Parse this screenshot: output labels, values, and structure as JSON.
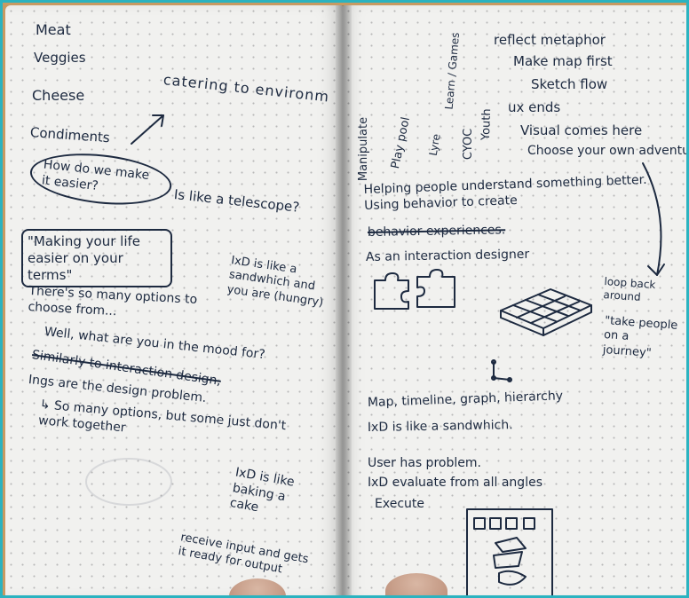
{
  "notebook": {
    "left_page": {
      "items": [
        "Meat",
        "Veggies",
        "Cheese",
        "Condiments",
        "catering to environm",
        "How do we make it easier?",
        "Is like a telescope?",
        "\"Making your life easier on your terms\"",
        "IxD is like a sandwhich and you are (hungry)",
        "There's so many options to choose from...",
        "Well, what are you in the mood for?",
        "Similarly to interaction design,",
        "Ings are the design problem.",
        "↳ So many options, but some just don't work together",
        "IxD is like baking a cake",
        "receive input and gets it ready for output"
      ]
    },
    "right_page": {
      "items": [
        "reflect metaphor",
        "Make map first",
        "Sketch flow",
        "ux ends",
        "Visual comes here",
        "Choose your own adventure",
        "Manipulate",
        "Play pool",
        "Lyre",
        "Learn / Games",
        "CYOC",
        "Youth",
        "Helping people understand something better. Using behavior to create",
        "behavior experiences.",
        "As an interaction designer",
        "loop back around",
        "\"take people on a journey\"",
        "Map, timeline, graph, hierarchy",
        "IxD is like a sandwhich.",
        "User has problem.",
        "IxD evaluate from all angles",
        "Execute"
      ]
    }
  }
}
